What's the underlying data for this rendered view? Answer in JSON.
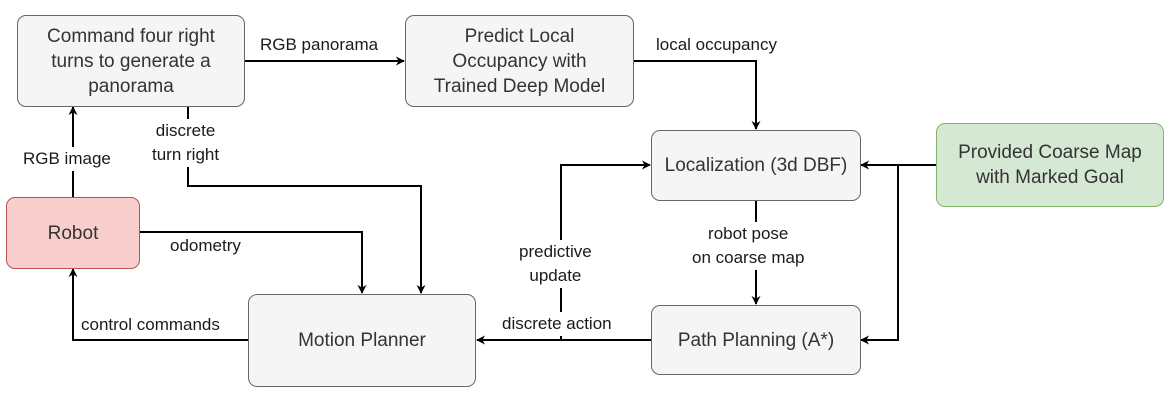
{
  "colors": {
    "node_fill": "#f5f5f5",
    "node_border": "#666666",
    "robot_fill": "#f8cecc",
    "robot_border": "#b85450",
    "map_fill": "#d5e8d4",
    "map_border": "#82b366",
    "edge": "#000000"
  },
  "nodes": {
    "panorama": "Command four right\nturns to generate a\npanorama",
    "predict": "Predict Local\nOccupancy with\nTrained Deep Model",
    "robot": "Robot",
    "localization": "Localization (3d DBF)",
    "coarse_map": "Provided Coarse Map\nwith Marked Goal",
    "motion_planner": "Motion Planner",
    "path_planning": "Path Planning (A*)"
  },
  "edges": {
    "rgb_panorama": "RGB panorama",
    "local_occupancy": "local occupancy",
    "discrete_turn_right": "discrete\nturn right",
    "rgb_image": "RGB image",
    "odometry": "odometry",
    "robot_pose": "robot pose\non coarse map",
    "predictive_update": "predictive\nupdate",
    "control_commands": "control commands",
    "discrete_action": "discrete action"
  }
}
